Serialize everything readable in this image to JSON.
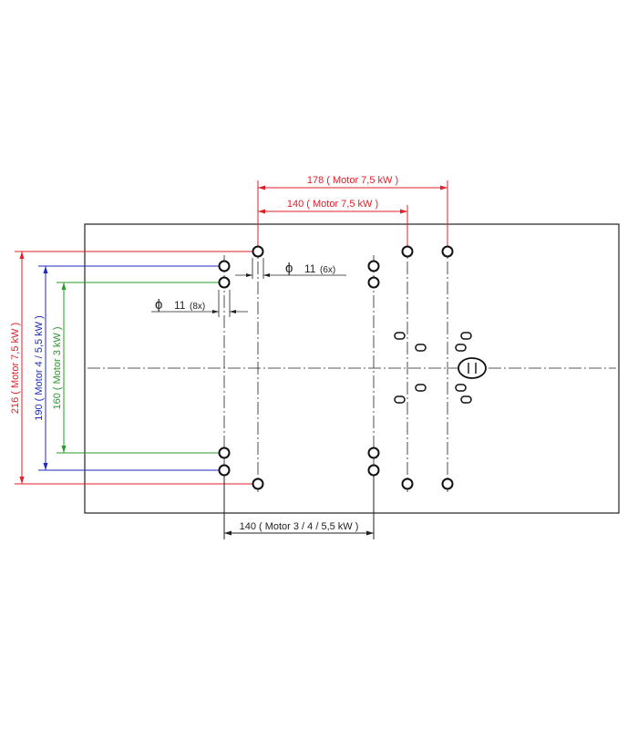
{
  "colors": {
    "red": "#e0202a",
    "blue": "#1f2bb8",
    "green": "#2a9a2a",
    "black": "#222222"
  },
  "dimensions": {
    "top_outer": "178 ( Motor 7,5 kW )",
    "top_inner": "140 ( Motor 7,5 kW )",
    "bottom": "140 ( Motor 3 / 4 / 5,5 kW )",
    "left_red": "216 ( Motor 7,5 kW )",
    "left_blue": "190 ( Motor 4 / 5,5 kW )",
    "left_green": "160 ( Motor 3 kW )"
  },
  "hole_callouts": {
    "six_holes": {
      "symbol": "ϕ",
      "size": "11",
      "count": "(6x)"
    },
    "eight_holes": {
      "symbol": "ϕ",
      "size": "11",
      "count": "(8x)"
    }
  }
}
